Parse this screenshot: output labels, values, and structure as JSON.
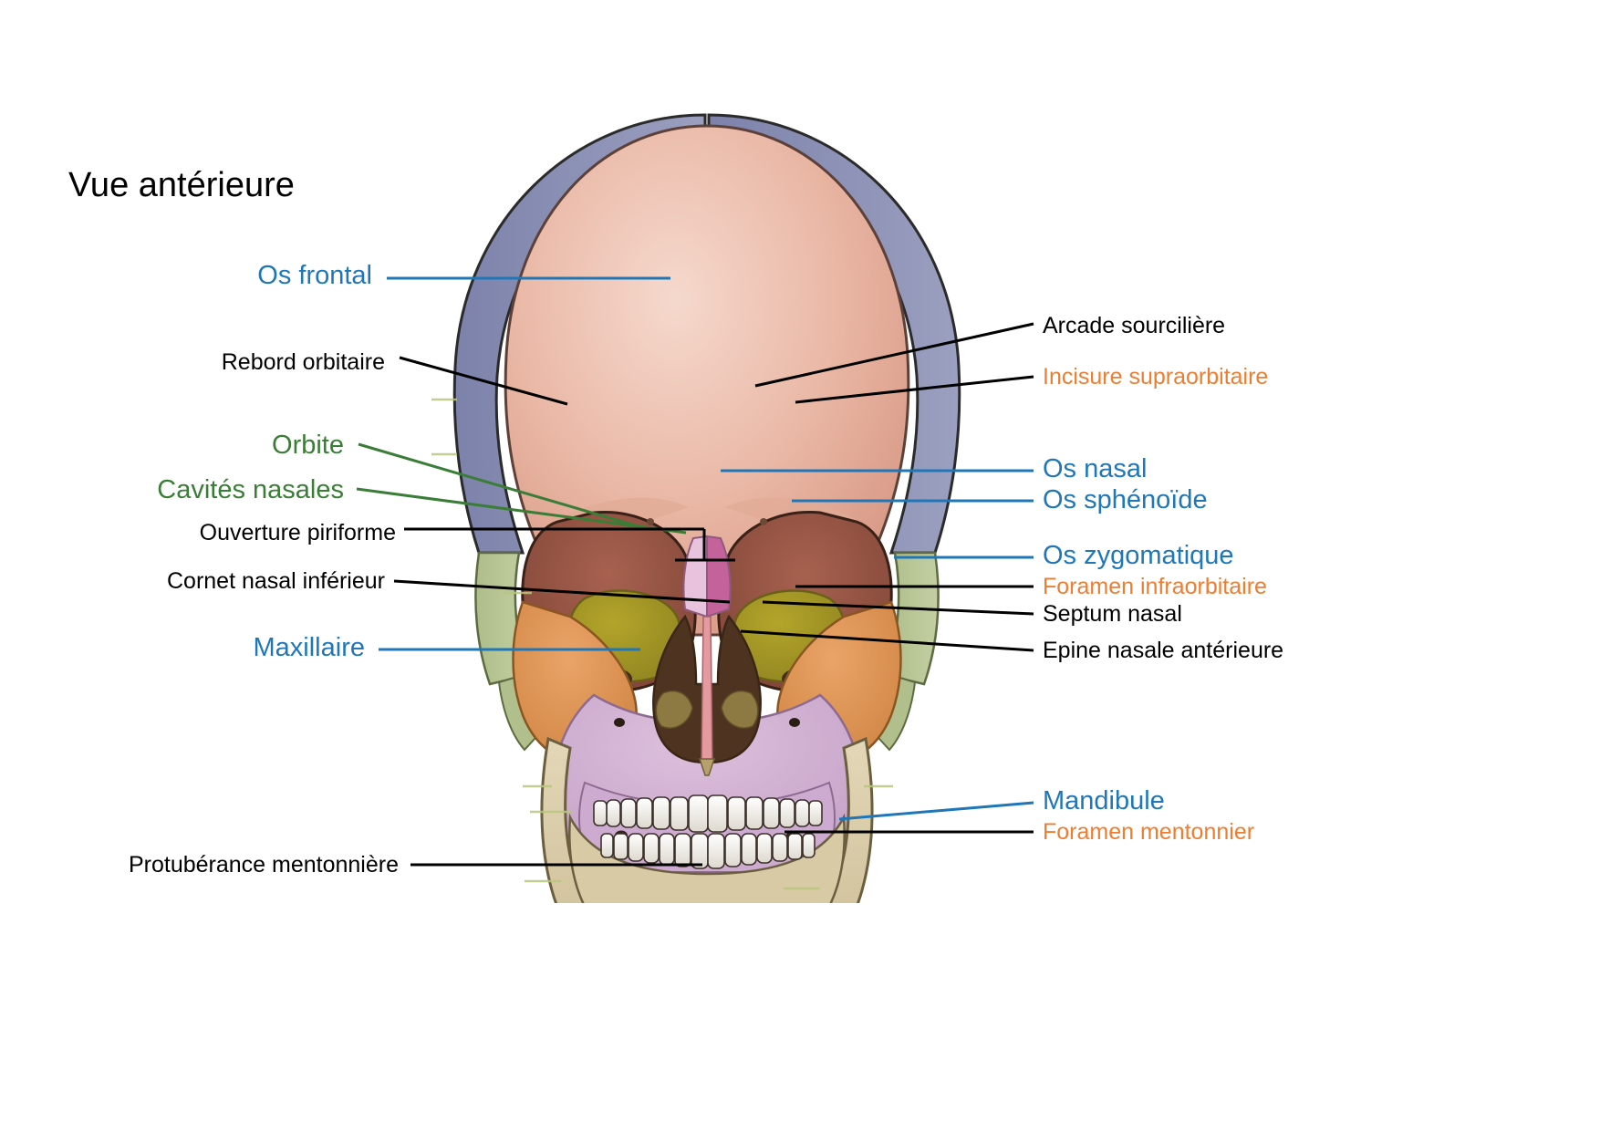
{
  "page": {
    "title": "Vue antérieure",
    "background": "#ffffff"
  },
  "colors": {
    "blue": "#1f77b8",
    "green": "#3a7d36",
    "orange": "#ed7d31",
    "black": "#000000",
    "frontal_bone": "#eab3a2",
    "parietal_bone": "#8a8fb4",
    "sphenoid_bone": "#b3c18e",
    "zygomatic_bone": "#e0934f",
    "maxilla_bone": "#cfaed0",
    "nasal_bone": "#d37ab0",
    "mandible_bone": "#d9cba6",
    "orbit_interior": "#9e5a4e",
    "orbit_wing": "#a39621",
    "teeth": "#f3f2ee"
  },
  "labels": {
    "left": [
      {
        "id": "os-frontal",
        "text": "Os frontal",
        "color_key": "blue",
        "size": "big"
      },
      {
        "id": "rebord-orbitaire",
        "text": "Rebord orbitaire",
        "color_key": "black",
        "size": "small"
      },
      {
        "id": "orbite",
        "text": "Orbite",
        "color_key": "green",
        "size": "big"
      },
      {
        "id": "cavites-nasales",
        "text": "Cavités nasales",
        "color_key": "green",
        "size": "big"
      },
      {
        "id": "ouverture-piriforme",
        "text": "Ouverture piriforme",
        "color_key": "black",
        "size": "small"
      },
      {
        "id": "cornet-nasal-inferieur",
        "text": "Cornet nasal inférieur",
        "color_key": "black",
        "size": "small"
      },
      {
        "id": "maxillaire",
        "text": "Maxillaire",
        "color_key": "blue",
        "size": "big"
      },
      {
        "id": "protuberance-mentonniere",
        "text": "Protubérance mentonnière",
        "color_key": "black",
        "size": "small"
      }
    ],
    "right": [
      {
        "id": "arcade-sourciliere",
        "text": "Arcade sourcilière",
        "color_key": "black",
        "size": "small"
      },
      {
        "id": "incisure-supraorbitaire",
        "text": "Incisure supraorbitaire",
        "color_key": "orange",
        "size": "small"
      },
      {
        "id": "os-nasal",
        "text": "Os nasal",
        "color_key": "blue",
        "size": "big"
      },
      {
        "id": "os-sphenoide",
        "text": "Os sphénoïde",
        "color_key": "blue",
        "size": "big"
      },
      {
        "id": "os-zygomatique",
        "text": "Os zygomatique",
        "color_key": "blue",
        "size": "big"
      },
      {
        "id": "foramen-infraorbitaire",
        "text": "Foramen infraorbitaire",
        "color_key": "orange",
        "size": "small"
      },
      {
        "id": "septum-nasal",
        "text": "Septum nasal",
        "color_key": "black",
        "size": "small"
      },
      {
        "id": "epine-nasale-anterieure",
        "text": "Epine nasale antérieure",
        "color_key": "black",
        "size": "small"
      },
      {
        "id": "mandibule",
        "text": "Mandibule",
        "color_key": "blue",
        "size": "big"
      },
      {
        "id": "foramen-mentonnier",
        "text": "Foramen mentonnier",
        "color_key": "orange",
        "size": "small"
      }
    ]
  },
  "figure": {
    "name": "anterior-view-human-skull",
    "view": "anterior"
  }
}
